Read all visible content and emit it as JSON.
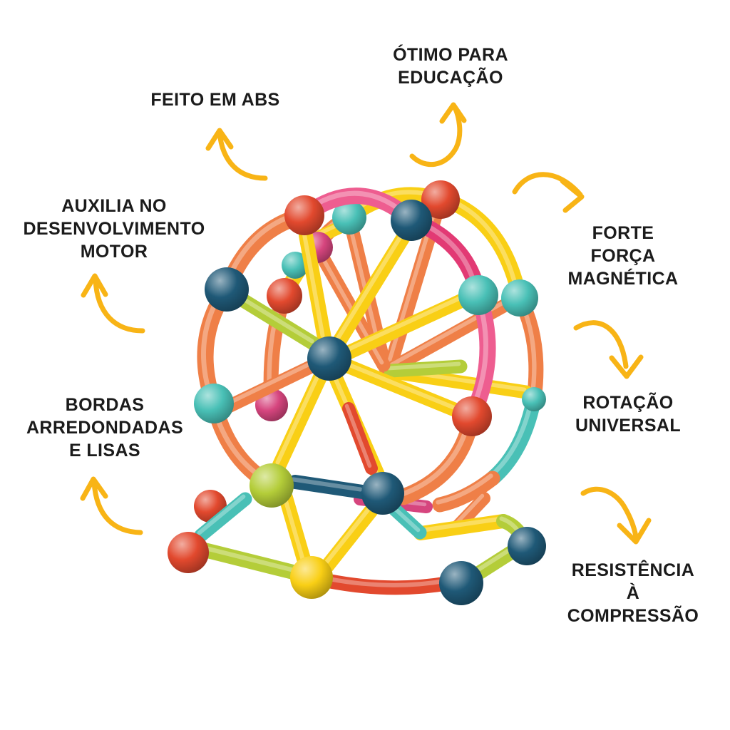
{
  "features": [
    {
      "id": "feito-em-abs",
      "text": "FEITO EM ABS"
    },
    {
      "id": "otimo-para-educacao",
      "text": "ÓTIMO PARA\nEDUCAÇÃO"
    },
    {
      "id": "auxilia-no-desenvolvimento-motor",
      "text": "AUXILIA NO\nDESENVOLVIMENTO\nMOTOR"
    },
    {
      "id": "forte-forca-magnetica",
      "text": "FORTE FORÇA\nMAGNÉTICA"
    },
    {
      "id": "bordas-arredondadas-e-lisas",
      "text": "BORDAS\nARREDONDADAS\nE LISAS"
    },
    {
      "id": "rotacao-universal",
      "text": "ROTAÇÃO\nUNIVERSAL"
    },
    {
      "id": "resistencia-a-compressao",
      "text": "RESISTÊNCIA À\nCOMPRESSÃO"
    }
  ],
  "colors": {
    "background": "#ffffff",
    "text": "#1b1b1b",
    "arrow": "#f8b416",
    "toy": {
      "orange": "#ef7f47",
      "pink": "#ee5d90",
      "deepPink": "#e23a74",
      "yellow": "#f9cf15",
      "red": "#e2492e",
      "navy": "#1f5977",
      "teal": "#49c0b6",
      "lime": "#b4cd39",
      "magenta": "#d6457e"
    }
  }
}
